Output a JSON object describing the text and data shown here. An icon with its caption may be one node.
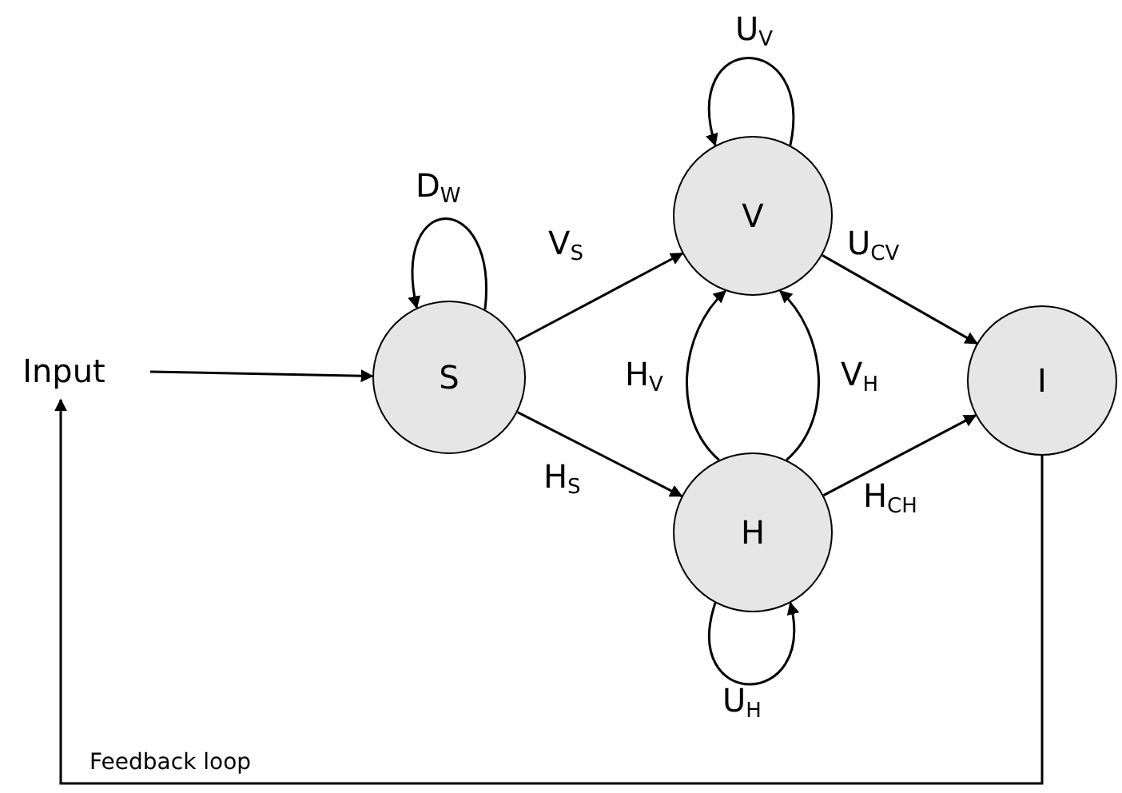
{
  "diagram": {
    "nodes": [
      {
        "text": [
          "Input"
        ]
      },
      {
        "text": [
          "S"
        ]
      },
      {
        "text": [
          "V"
        ]
      },
      {
        "text": [
          "H"
        ]
      },
      {
        "text": [
          "I"
        ]
      }
    ],
    "edges": [
      {
        "from": 0,
        "to": 1,
        "arrow": "to"
      },
      {
        "from": 1,
        "to": 1,
        "arrow": "to",
        "label": "D$_{W}$"
      },
      {
        "from": 1,
        "to": 2,
        "arrow": "to",
        "label": "V$_{S}$"
      },
      {
        "from": 1,
        "to": 3,
        "arrow": "to",
        "label": "H$_{S}$"
      },
      {
        "from": 2,
        "to": 2,
        "arrow": "to",
        "label": "U$_{V}$"
      },
      {
        "from": 2,
        "to": 4,
        "arrow": "to",
        "label": "U$_{CV}$"
      },
      {
        "from": 3,
        "to": 2,
        "arrow": "to",
        "label": "H$_{V}$"
      },
      {
        "from": 3,
        "to": 2,
        "arrow": "to",
        "label": "V$_{H}$"
      },
      {
        "from": 3,
        "to": 3,
        "arrow": "to",
        "label": "U$_{H}$"
      },
      {
        "from": 3,
        "to": 4,
        "arrow": "to",
        "label": "H$_{CH}$"
      },
      {
        "from": 4,
        "to": 0,
        "arrow": "to",
        "label": "Feedback loop"
      }
    ]
  }
}
